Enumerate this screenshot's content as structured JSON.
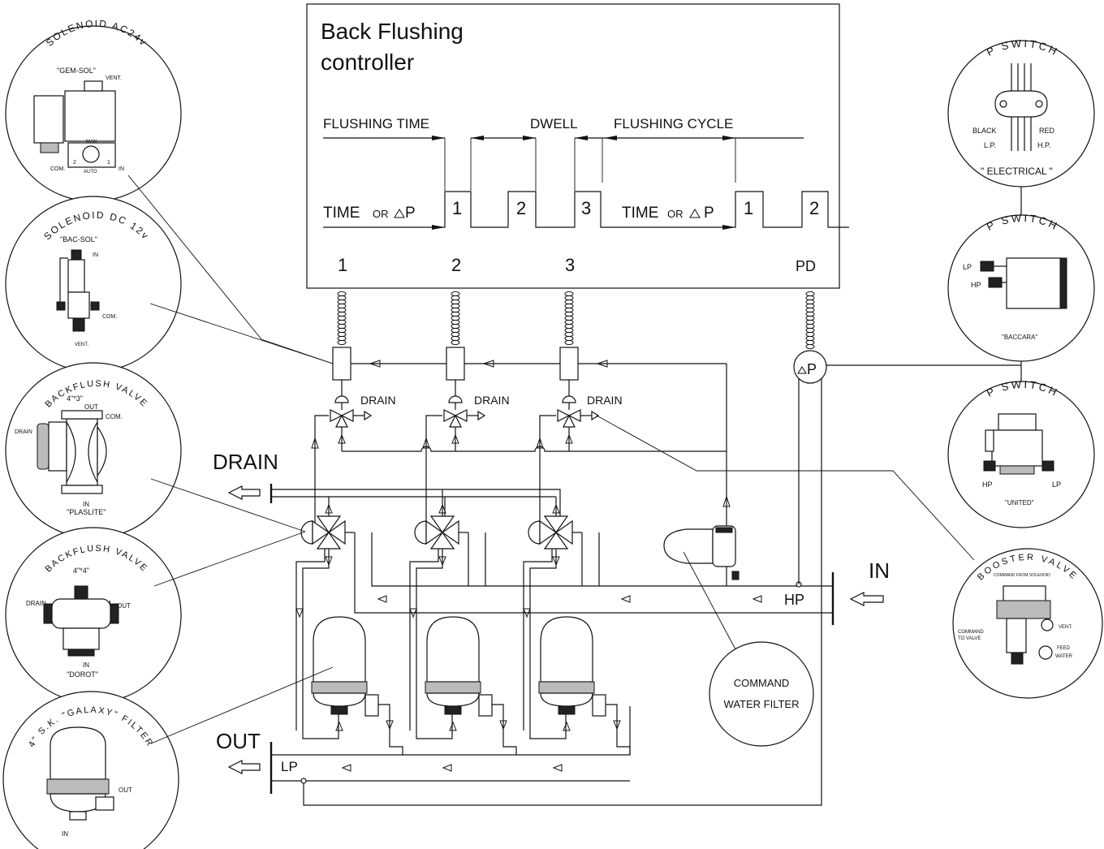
{
  "controller": {
    "title_line1": "Back Flushing",
    "title_line2": "controller",
    "flushing_time": "FLUSHING TIME",
    "dwell": "DWELL",
    "flushing_cycle": "FLUSHING CYCLE",
    "time_label_1": "TIME",
    "or_dp_1": "OR",
    "time_label_2": "TIME",
    "or_dp_2": "OR",
    "delta_p": "P",
    "pulses": [
      "1",
      "2",
      "3",
      "1",
      "2"
    ],
    "outputs": [
      "1",
      "2",
      "3",
      "PD"
    ]
  },
  "labels": {
    "drain_main": "DRAIN",
    "in_main": "IN",
    "out_main": "OUT",
    "hp": "HP",
    "lp": "LP",
    "drain_pilot": [
      "DRAIN",
      "DRAIN",
      "DRAIN"
    ],
    "dp_sensor": "P",
    "command_filter_1": "COMMAND",
    "command_filter_2": "WATER FILTER"
  },
  "left_circles": [
    {
      "arc_title": "SOLENOID AC24v",
      "model": "\"GEM-SOL\"",
      "notes": [
        "VENT.",
        "MAN",
        "AUTO",
        "COM.",
        "IN",
        "2",
        "1"
      ]
    },
    {
      "arc_title": "SOLENOID DC 12v",
      "model": "\"BAC-SOL\"",
      "notes": [
        "IN",
        "COM.",
        "VENT."
      ]
    },
    {
      "arc_title": "BACKFLUSH VALVE",
      "model": "\"PLASLITE\"",
      "notes": [
        "4\"*3\"",
        "OUT",
        "COM.",
        "DRAIN",
        "IN"
      ]
    },
    {
      "arc_title": "BACKFLUSH VALVE",
      "model": "\"DOROT\"",
      "notes": [
        "4\"*4\"",
        "COM.",
        "DRAIN",
        "OUT",
        "IN"
      ]
    },
    {
      "arc_title": "4\" S.K. \"GALAXY\" FILTER",
      "model": "",
      "notes": [
        "OUT",
        "IN"
      ]
    }
  ],
  "right_circles": [
    {
      "arc_title": "P SWITCH",
      "model": "\" ELECTRICAL \"",
      "notes": [
        "BLACK",
        "RED",
        "L.P.",
        "H.P."
      ]
    },
    {
      "arc_title": "P SWITCH",
      "model": "\"BACCARA\"",
      "notes": [
        "LP",
        "HP"
      ]
    },
    {
      "arc_title": "P SWITCH",
      "model": "\"UNITED\"",
      "notes": [
        "HP",
        "LP"
      ]
    },
    {
      "arc_title": "BOOSTER VALVE",
      "model": "",
      "notes": [
        "COMMAND FROM SOLENOID",
        "VENT.",
        "COMMAND",
        "TO VALVE",
        "FEED",
        "WATER"
      ]
    }
  ]
}
